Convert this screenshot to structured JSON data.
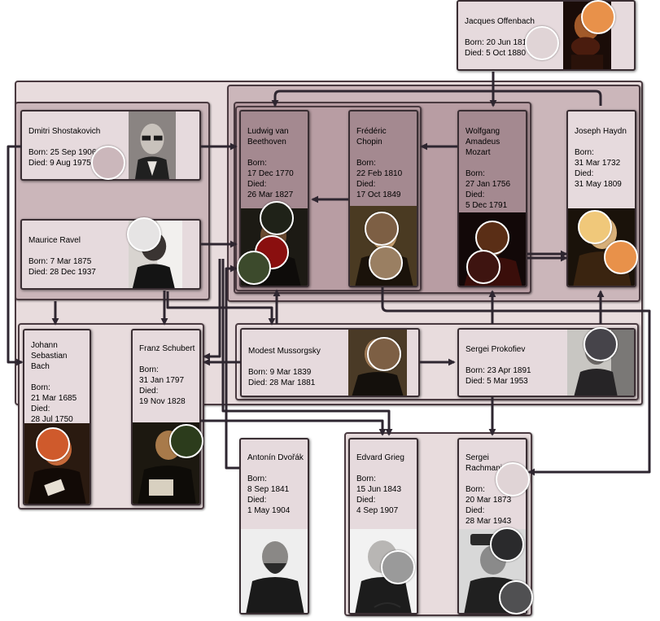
{
  "composers": [
    {
      "key": "offenbach",
      "name": "Jacques Offenbach",
      "born": "Born: 20 Jun 1819",
      "died": "Died: 5 Oct 1880"
    },
    {
      "key": "shostakovich",
      "name": "Dmitri Shostakovich",
      "born": "Born: 25 Sep 1906",
      "died": "Died: 9 Aug 1975"
    },
    {
      "key": "ravel",
      "name": "Maurice Ravel",
      "born": "Born: 7 Mar 1875",
      "died": "Died: 28 Dec 1937"
    },
    {
      "key": "beethoven",
      "name": "Ludwig van Beethoven",
      "born": "Born:\n  17 Dec 1770",
      "died": "Died:\n  26 Mar 1827"
    },
    {
      "key": "chopin",
      "name": "Frédéric Chopin",
      "born": "Born:\n  22 Feb 1810",
      "died": "Died:\n  17 Oct 1849"
    },
    {
      "key": "mozart",
      "name": "Wolfgang Amadeus Mozart",
      "born": "Born:\n  27 Jan 1756",
      "died": "Died:\n  5 Dec 1791"
    },
    {
      "key": "haydn",
      "name": "Joseph Haydn",
      "born": "Born:\n  31 Mar 1732",
      "died": "Died:\n  31 May 1809"
    },
    {
      "key": "bach",
      "name": "Johann Sebastian Bach",
      "born": "Born:\n  21 Mar 1685",
      "died": "Died:\n  28 Jul 1750"
    },
    {
      "key": "schubert",
      "name": "Franz Schubert",
      "born": "Born:\n  31 Jan 1797",
      "died": "Died:\n  19 Nov 1828"
    },
    {
      "key": "mussorgsky",
      "name": "Modest Mussorgsky",
      "born": "Born: 9 Mar 1839",
      "died": "Died: 28 Mar 1881"
    },
    {
      "key": "prokofiev",
      "name": "Sergei Prokofiev",
      "born": "Born: 23 Apr 1891",
      "died": "Died: 5 Mar 1953"
    },
    {
      "key": "dvorak",
      "name": "Antonín Dvořák",
      "born": "Born:\n  8 Sep 1841",
      "died": "Died:\n  1 May 1904"
    },
    {
      "key": "grieg",
      "name": "Edvard Grieg",
      "born": "Born:\n  15 Jun 1843",
      "died": "Died:\n  4 Sep 1907"
    },
    {
      "key": "rachmaninoff",
      "name": "Sergei Rachmaninoff",
      "born": "Born:\n  20 Mar 1873",
      "died": "Died:\n  28 Mar 1943"
    }
  ],
  "colors": {
    "edge": "#2e2630",
    "marker_orange": "#e8914a",
    "marker_light_gray": "#e0d4d6",
    "marker_black": "#1f2218",
    "marker_dark_red": "#8a0f0f",
    "marker_olive": "#3c4a2c",
    "marker_brown": "#7d5f44",
    "marker_tan": "#9a7f62",
    "marker_dark_brown": "#5a2e16",
    "marker_maroon": "#3e1410",
    "marker_gold": "#f0c87a",
    "marker_orange_red": "#cf5a2c",
    "marker_forest": "#2c3c1c",
    "marker_charcoal": "#46444a",
    "marker_gray": "#9a9a9a",
    "marker_dark_gray": "#2a2a2c",
    "marker_mid_gray": "#505052"
  }
}
